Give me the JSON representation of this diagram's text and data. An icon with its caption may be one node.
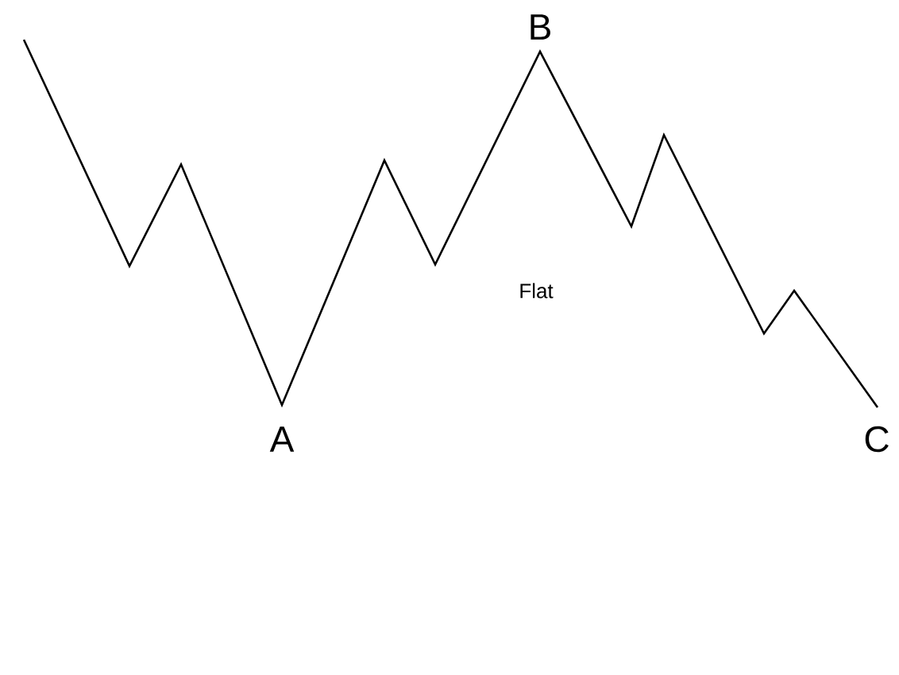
{
  "diagram": {
    "labels": [
      "B",
      "Flat",
      "A",
      "C"
    ]
  }
}
